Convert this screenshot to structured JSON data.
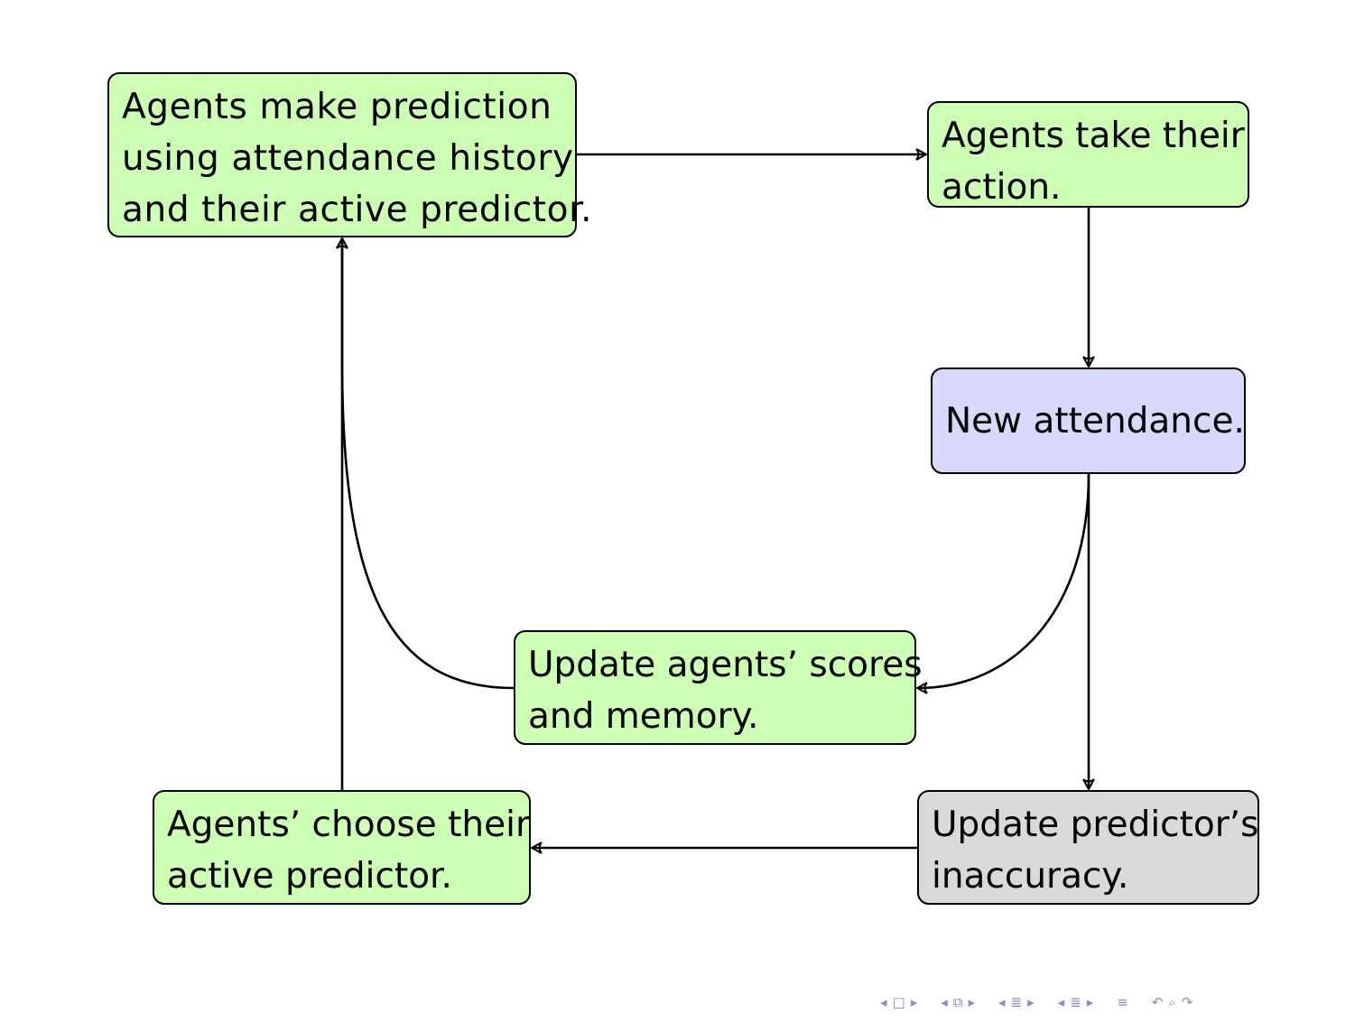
{
  "nodes": {
    "predict": {
      "lines": [
        "Agents make prediction",
        "using attendance history",
        "and their active predictor."
      ],
      "fill": "#ccffb3"
    },
    "action": {
      "lines": [
        "Agents take their",
        "action."
      ],
      "fill": "#ccffb3"
    },
    "attendance": {
      "lines": [
        "New attendance."
      ],
      "fill": "#d9d9fc"
    },
    "scores": {
      "lines": [
        "Update agents’ scores",
        "and memory."
      ],
      "fill": "#ccffb3"
    },
    "choose": {
      "lines": [
        "Agents’ choose their",
        "active predictor."
      ],
      "fill": "#ccffb3"
    },
    "inaccuracy": {
      "lines": [
        "Update predictor’s",
        "inaccuracy."
      ],
      "fill": "#d9d9d9"
    }
  },
  "edges": [
    {
      "from": "predict",
      "to": "action"
    },
    {
      "from": "action",
      "to": "attendance"
    },
    {
      "from": "attendance",
      "to": "scores"
    },
    {
      "from": "attendance",
      "to": "inaccuracy"
    },
    {
      "from": "inaccuracy",
      "to": "choose"
    },
    {
      "from": "scores",
      "to": "predict"
    },
    {
      "from": "choose",
      "to": "predict"
    }
  ],
  "navigation": {
    "color": "#8a8ad0",
    "icons": [
      "arrow-left-icon",
      "frame-icon",
      "arrow-right-icon",
      "arrow-left-icon",
      "subsection-icon",
      "arrow-right-icon",
      "arrow-left-icon",
      "section-icon",
      "arrow-right-icon",
      "arrow-left-icon",
      "section-icon",
      "arrow-right-icon",
      "align-icon",
      "undo-icon",
      "search-icon",
      "redo-icon"
    ]
  }
}
